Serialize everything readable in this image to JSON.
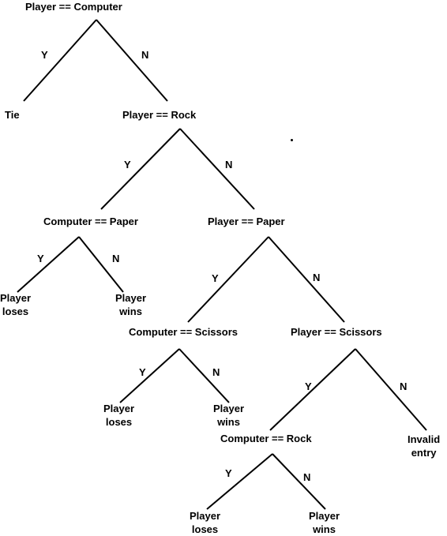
{
  "nodes": {
    "root": "Player == Computer",
    "tie": "Tie",
    "player_rock": "Player == Rock",
    "computer_paper": "Computer == Paper",
    "player_paper": "Player == Paper",
    "cp_loses": [
      "Player",
      "loses"
    ],
    "cp_wins": [
      "Player",
      "wins"
    ],
    "computer_scissors": "Computer == Scissors",
    "player_scissors": "Player == Scissors",
    "cs_loses": [
      "Player",
      "loses"
    ],
    "cs_wins": [
      "Player",
      "wins"
    ],
    "computer_rock": "Computer == Rock",
    "invalid": [
      "Invalid",
      "entry"
    ],
    "cr_loses": [
      "Player",
      "loses"
    ],
    "cr_wins": [
      "Player",
      "wins"
    ]
  },
  "edge_labels": {
    "yes": "Y",
    "no": "N"
  }
}
